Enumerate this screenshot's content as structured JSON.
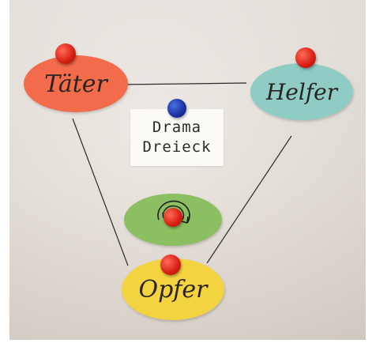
{
  "cards": {
    "taeter": "Täter",
    "helfer": "Helfer",
    "opfer": "Opfer"
  },
  "note": {
    "line1": "Drama",
    "line2": "Dreieck"
  },
  "colors": {
    "taeter": "#f26b4a",
    "helfer": "#8fcdc4",
    "opfer": "#f4d341",
    "center": "#8cbf62",
    "magnet_red": "#d61e12",
    "magnet_blue": "#1a2f9e"
  },
  "icons": [
    "red-magnet-icon",
    "blue-magnet-icon",
    "circular-arrows-icon"
  ]
}
